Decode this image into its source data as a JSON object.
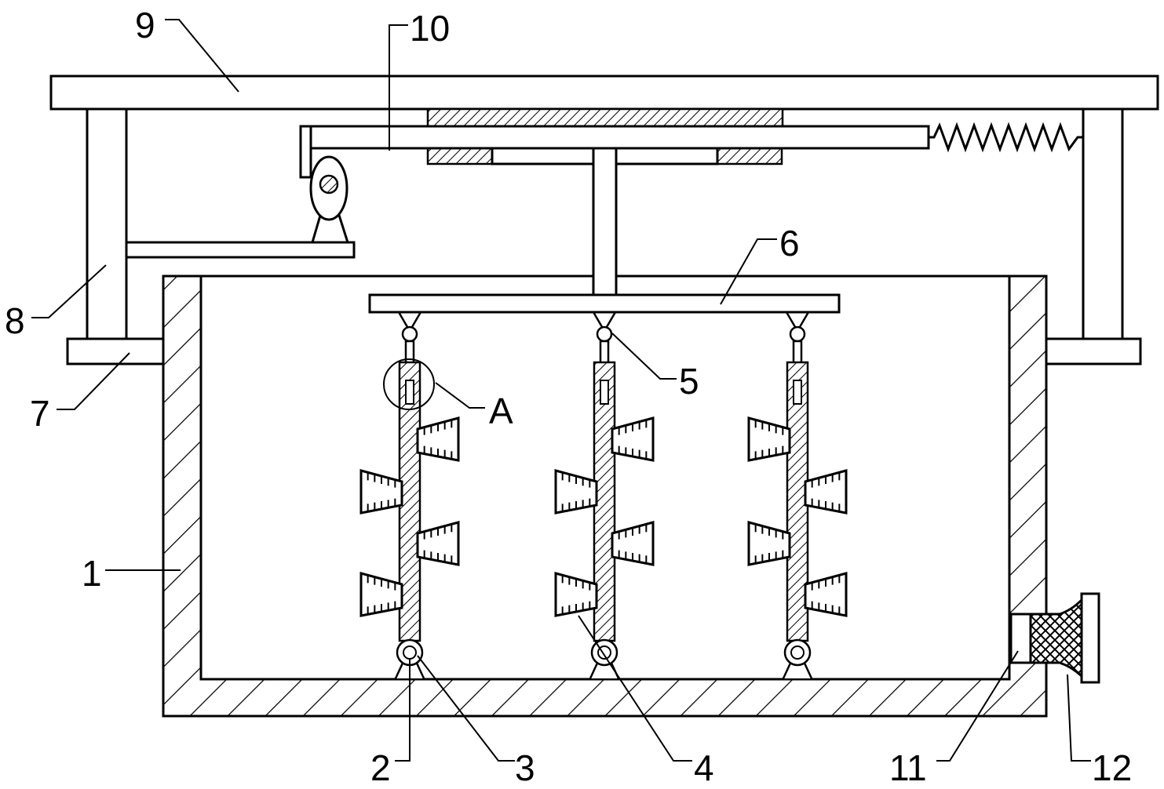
{
  "labels": {
    "l1": "1",
    "l2": "2",
    "l3": "3",
    "l4": "4",
    "l5": "5",
    "l6": "6",
    "l7": "7",
    "l8": "8",
    "l9": "9",
    "l10": "10",
    "l11": "11",
    "l12": "12",
    "lA": "A"
  },
  "colors": {
    "line": "#000000",
    "background": "#ffffff"
  }
}
